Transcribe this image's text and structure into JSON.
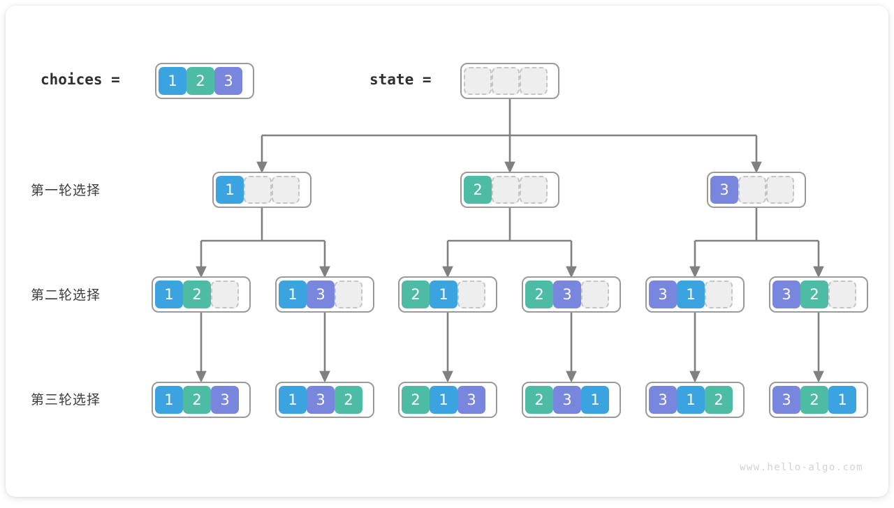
{
  "diagram": {
    "title": "permutations-backtracking-tree",
    "watermark": "www.hello-algo.com",
    "colors": {
      "value_1": "#3BA4E0",
      "value_2": "#4EBCA5",
      "value_3": "#7886DE",
      "empty_cell": "#eeeeee",
      "empty_border": "#c4c4c4",
      "container_border": "#9a9a9a",
      "wire": "#808080",
      "text": "#3c3c3c",
      "card": "#ffffff"
    },
    "legend": {
      "choices_label": "choices =",
      "state_label": "state ="
    },
    "row_labels": [
      "第一轮选择",
      "第二轮选择",
      "第三轮选择"
    ],
    "root": {
      "choices": [
        1,
        2,
        3
      ],
      "state": [
        null,
        null,
        null
      ]
    },
    "levels": [
      {
        "label": "第一轮选择",
        "nodes": [
          {
            "state": [
              1,
              null,
              null
            ]
          },
          {
            "state": [
              2,
              null,
              null
            ]
          },
          {
            "state": [
              3,
              null,
              null
            ]
          }
        ]
      },
      {
        "label": "第二轮选择",
        "nodes": [
          {
            "state": [
              1,
              2,
              null
            ]
          },
          {
            "state": [
              1,
              3,
              null
            ]
          },
          {
            "state": [
              2,
              1,
              null
            ]
          },
          {
            "state": [
              2,
              3,
              null
            ]
          },
          {
            "state": [
              3,
              1,
              null
            ]
          },
          {
            "state": [
              3,
              2,
              null
            ]
          }
        ]
      },
      {
        "label": "第三轮选择",
        "nodes": [
          {
            "state": [
              1,
              2,
              3
            ]
          },
          {
            "state": [
              1,
              3,
              2
            ]
          },
          {
            "state": [
              2,
              1,
              3
            ]
          },
          {
            "state": [
              2,
              3,
              1
            ]
          },
          {
            "state": [
              3,
              1,
              2
            ]
          },
          {
            "state": [
              3,
              2,
              1
            ]
          }
        ]
      }
    ]
  }
}
